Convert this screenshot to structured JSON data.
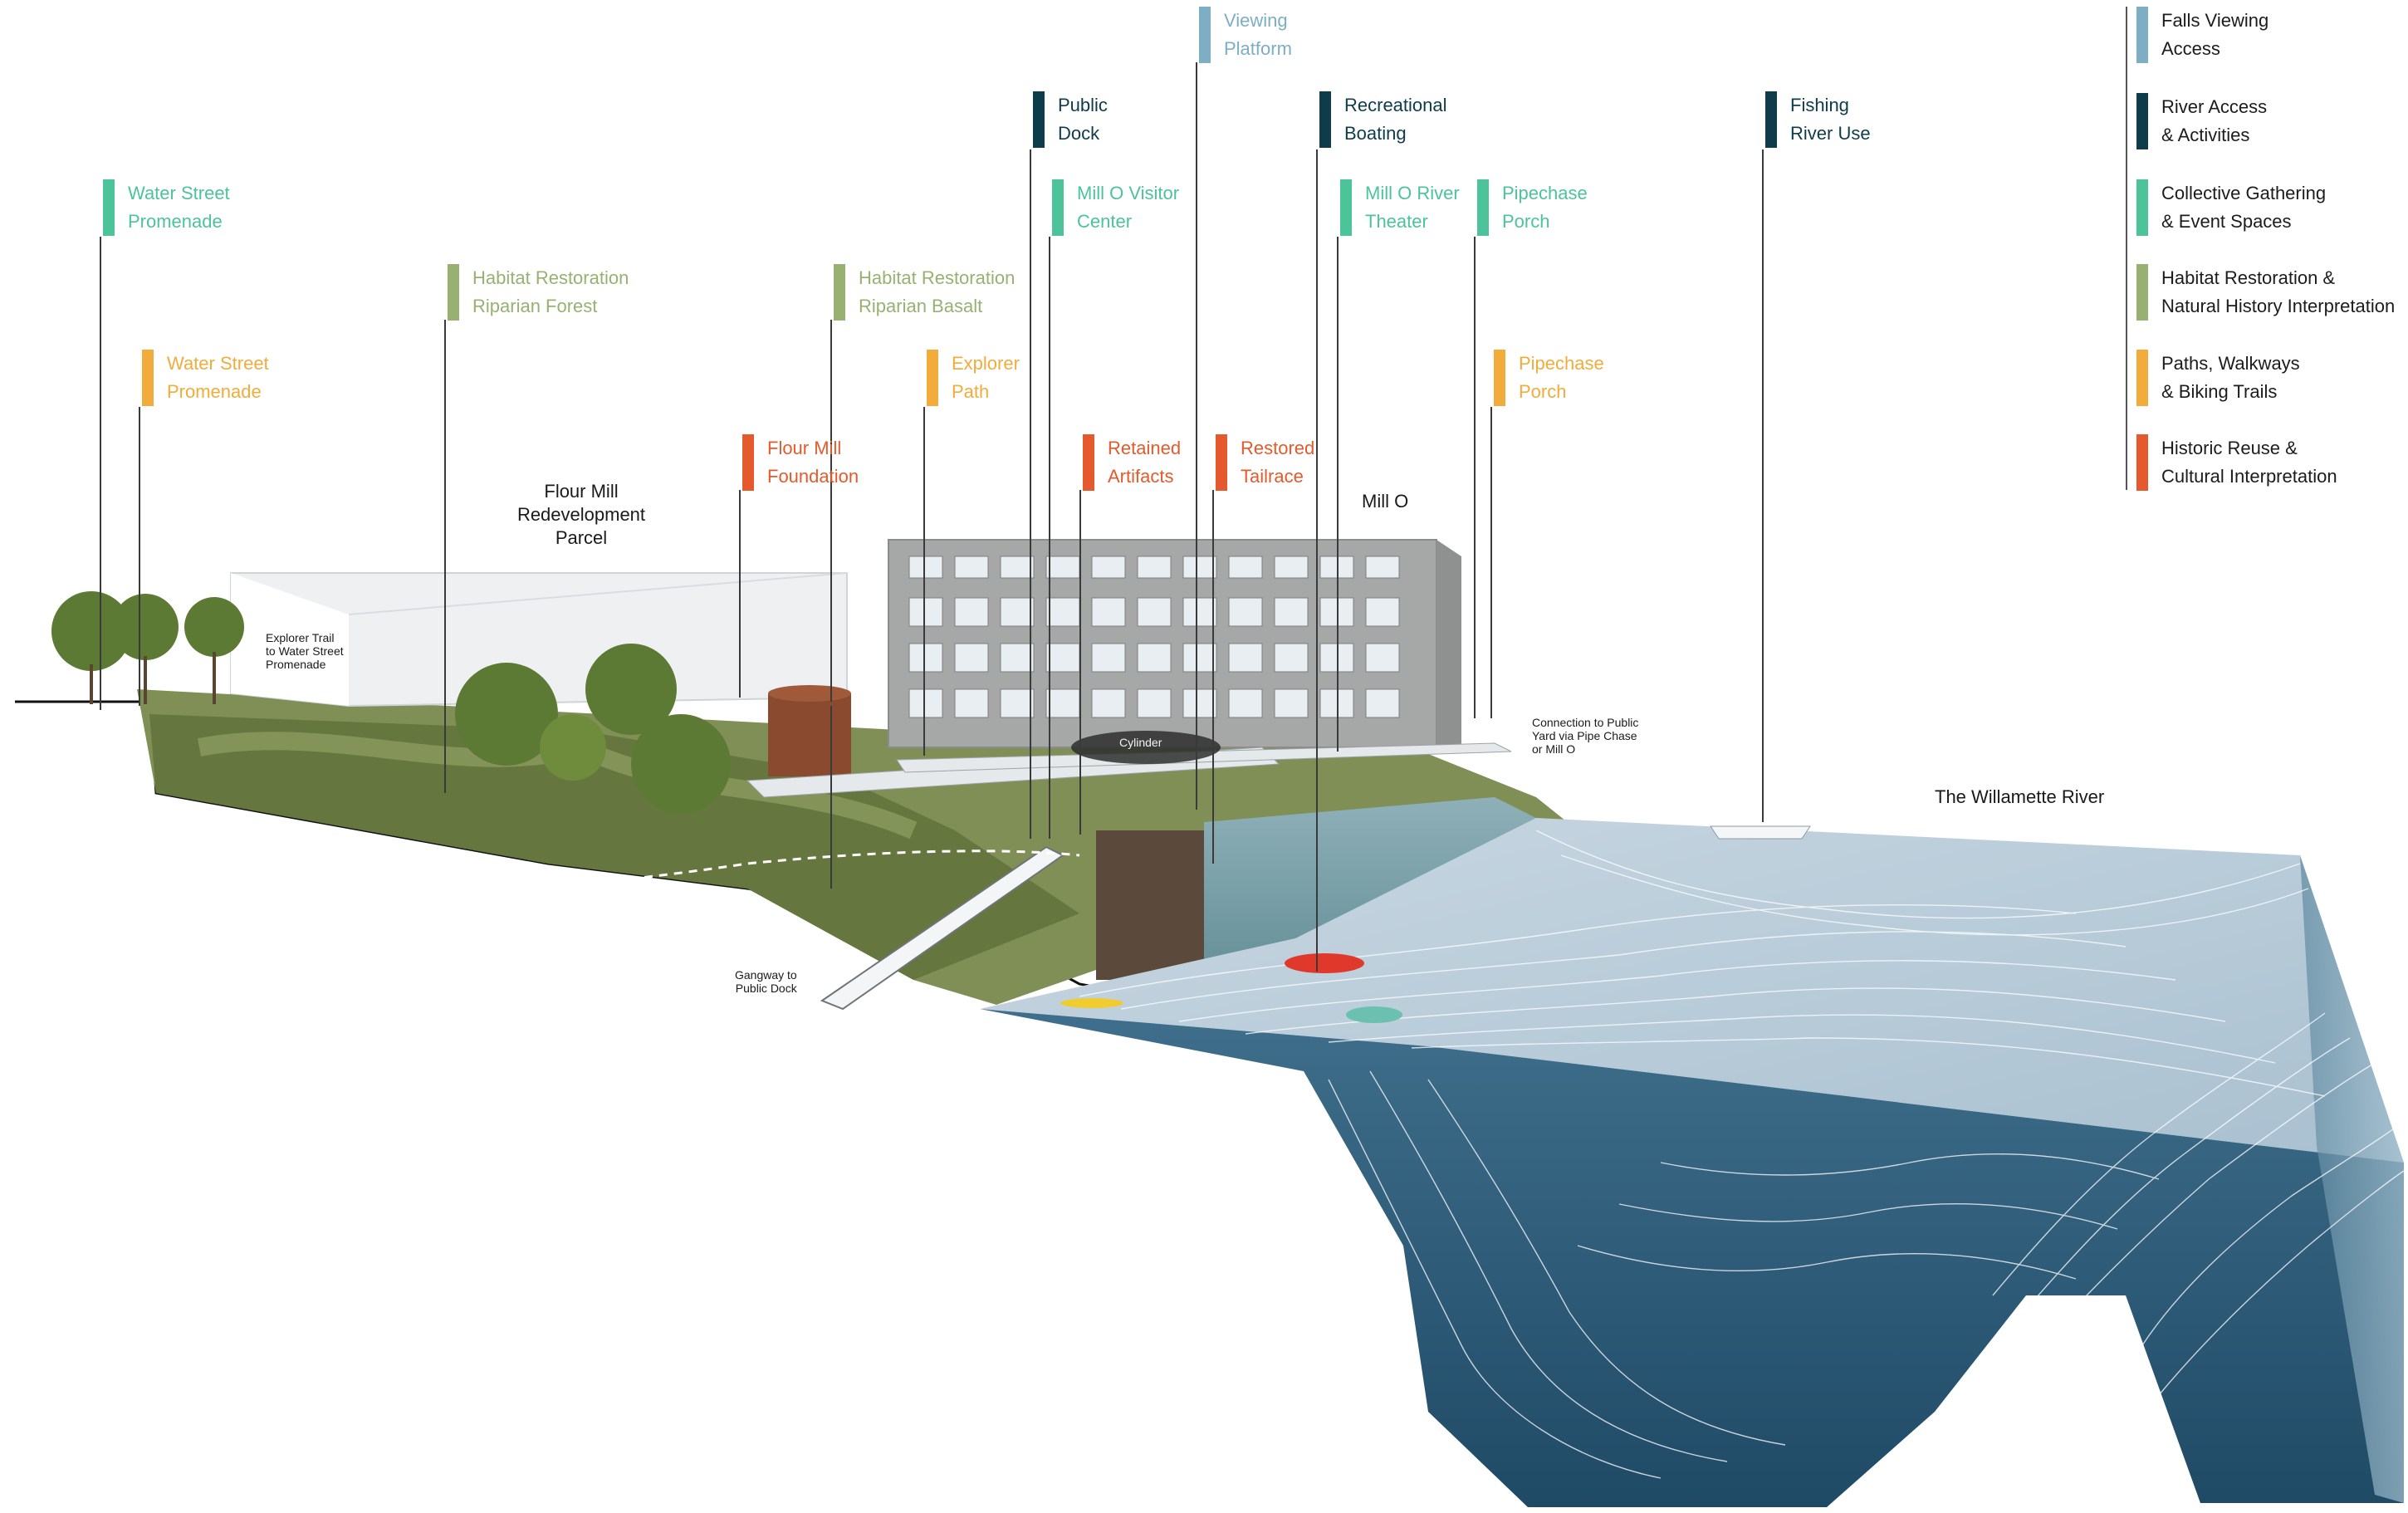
{
  "colors": {
    "falls_viewing": "#7eaec4",
    "river_access": "#0e3c4a",
    "collective_gathering": "#4dc39a",
    "habitat": "#98b172",
    "paths": "#f2ac3c",
    "historic": "#e55a2d"
  },
  "callouts": [
    {
      "id": "water-street-promenade-gathering",
      "line1": "Water Street",
      "line2": "Promenade",
      "category": "collective_gathering"
    },
    {
      "id": "water-street-promenade-paths",
      "line1": "Water Street",
      "line2": "Promenade",
      "category": "paths"
    },
    {
      "id": "habitat-riparian-forest",
      "line1": "Habitat Restoration",
      "line2": "Riparian Forest",
      "category": "habitat"
    },
    {
      "id": "habitat-riparian-basalt",
      "line1": "Habitat Restoration",
      "line2": "Riparian Basalt",
      "category": "habitat"
    },
    {
      "id": "flour-mill-foundation",
      "line1": "Flour Mill",
      "line2": "Foundation",
      "category": "historic"
    },
    {
      "id": "explorer-path",
      "line1": "Explorer",
      "line2": "Path",
      "category": "paths"
    },
    {
      "id": "public-dock",
      "line1": "Public",
      "line2": "Dock",
      "category": "river_access"
    },
    {
      "id": "mill-o-visitor-center",
      "line1": "Mill O Visitor",
      "line2": "Center",
      "category": "collective_gathering"
    },
    {
      "id": "retained-artifacts",
      "line1": "Retained",
      "line2": "Artifacts",
      "category": "historic"
    },
    {
      "id": "viewing-platform",
      "line1": "Viewing",
      "line2": "Platform",
      "category": "falls_viewing"
    },
    {
      "id": "restored-tailrace",
      "line1": "Restored",
      "line2": "Tailrace",
      "category": "historic"
    },
    {
      "id": "recreational-boating",
      "line1": "Recreational",
      "line2": "Boating",
      "category": "river_access"
    },
    {
      "id": "mill-o-river-theater",
      "line1": "Mill O River",
      "line2": "Theater",
      "category": "collective_gathering"
    },
    {
      "id": "pipechase-porch-gathering",
      "line1": "Pipechase",
      "line2": "Porch",
      "category": "collective_gathering"
    },
    {
      "id": "pipechase-porch-paths",
      "line1": "Pipechase",
      "line2": "Porch",
      "category": "paths"
    },
    {
      "id": "fishing-river-use",
      "line1": "Fishing",
      "line2": "River Use",
      "category": "river_access"
    }
  ],
  "legend": [
    {
      "line1": "Falls Viewing",
      "line2": "Access",
      "category": "falls_viewing"
    },
    {
      "line1": "River Access",
      "line2": "& Activities",
      "category": "river_access"
    },
    {
      "line1": "Collective Gathering",
      "line2": "& Event Spaces",
      "category": "collective_gathering"
    },
    {
      "line1": "Habitat Restoration &",
      "line2": "Natural History Interpretation",
      "category": "habitat"
    },
    {
      "line1": "Paths, Walkways",
      "line2": "& Biking Trails",
      "category": "paths"
    },
    {
      "line1": "Historic Reuse &",
      "line2": "Cultural Interpretation",
      "category": "historic"
    }
  ],
  "labels": {
    "flour_mill_parcel": "Flour Mill\nRedevelopment\nParcel",
    "mill_o": "Mill O",
    "willamette": "The Willamette River",
    "explorer_trail": "Explorer Trail\nto Water Street\nPromenade",
    "connection": "Connection to Public\nYard via Pipe Chase\nor Mill O",
    "gangway": "Gangway to\nPublic Dock",
    "cylinder": "Cylinder"
  }
}
